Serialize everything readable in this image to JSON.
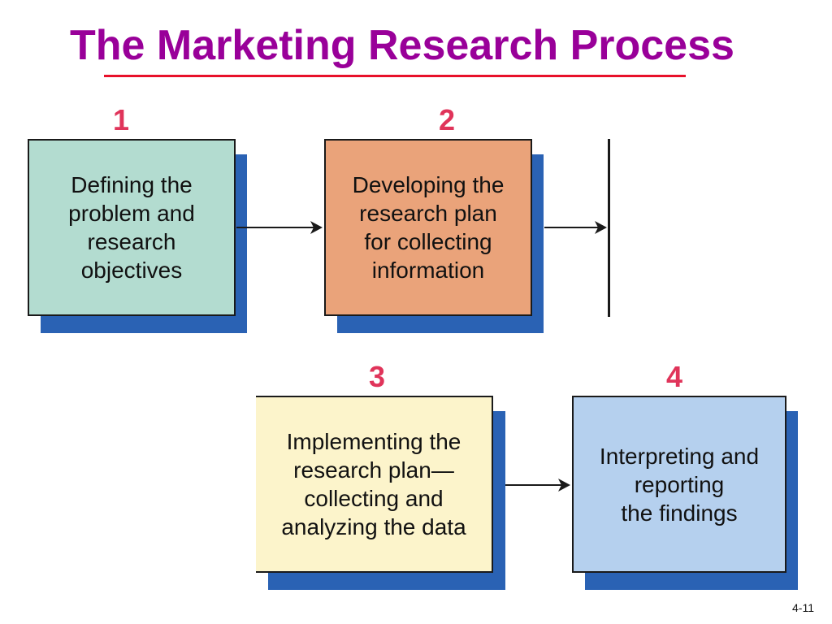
{
  "slide": {
    "title": "The Marketing Research Process",
    "page_number": "4-11"
  },
  "colors": {
    "title": "#990099",
    "title_rule": "#e8102a",
    "step_number": "#e0345a",
    "box_shadow": "#2a62b4",
    "box_border": "#1a1a1a",
    "arrow": "#1a1a1a"
  },
  "steps": [
    {
      "number": "1",
      "lines": [
        "Defining the",
        "problem and",
        "research",
        "objectives"
      ],
      "fill": "#b3dcd0"
    },
    {
      "number": "2",
      "lines": [
        "Developing the",
        "research plan",
        "for collecting",
        "information"
      ],
      "fill": "#eaa37a"
    },
    {
      "number": "3",
      "lines": [
        "Implementing the",
        "research plan—",
        "collecting and",
        "analyzing the data"
      ],
      "fill": "#fcf4cb"
    },
    {
      "number": "4",
      "lines": [
        "Interpreting and",
        "reporting",
        "the findings"
      ],
      "fill": "#b5d0ee"
    }
  ]
}
